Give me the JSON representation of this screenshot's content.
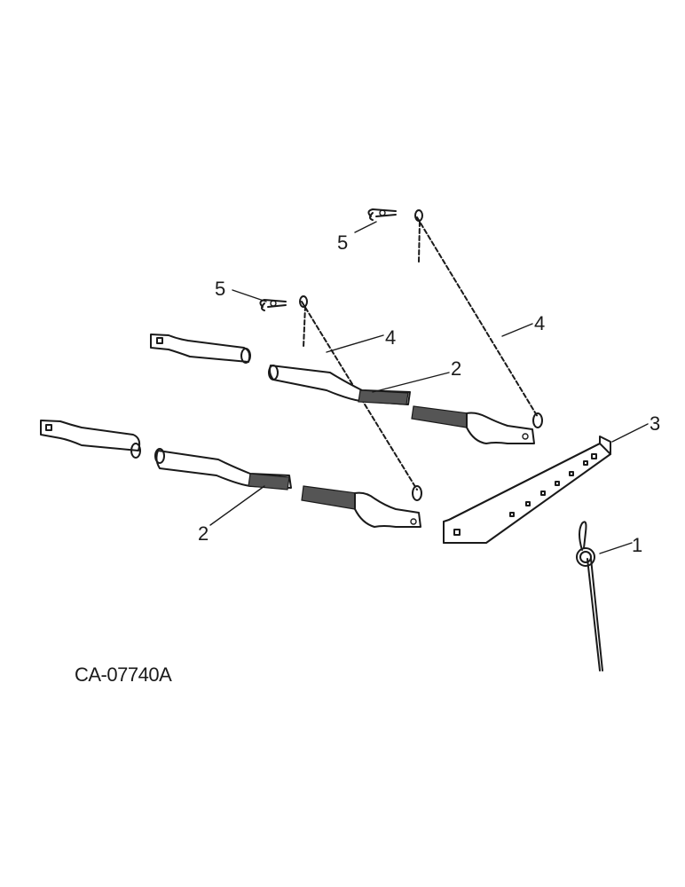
{
  "figure_code": "CA-07740A",
  "callouts": {
    "spring": "1",
    "rod_front": "2",
    "rod_rear": "2",
    "bracket": "3",
    "chain_front": "4",
    "chain_rear": "4",
    "pin_front": "5",
    "pin_rear": "5"
  }
}
